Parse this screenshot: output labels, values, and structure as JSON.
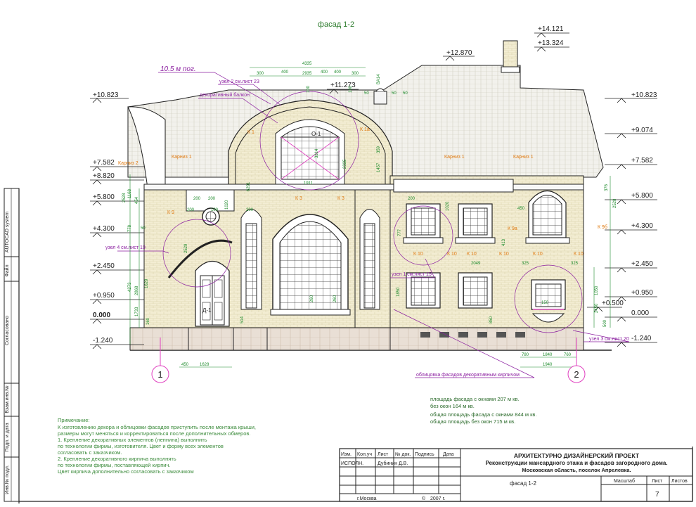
{
  "title": "фасад 1-2",
  "levels": {
    "left": [
      "+10.823",
      "+7.582",
      "+8.820",
      "+5.800",
      "+4.300",
      "+2.450",
      "+0.950",
      "0.000",
      "-1.240"
    ],
    "right": [
      "+10.823",
      "+9.074",
      "+7.582",
      "+5.800",
      "+4.300",
      "+2.450",
      "+0.950",
      "+0.500",
      "0.000",
      "-1.240"
    ],
    "top": [
      "+14.121",
      "+13.324",
      "+12.870",
      "+11.273"
    ]
  },
  "callouts": {
    "length": "10.5 м пог.",
    "node2": "узел 2 см.лист 23",
    "balcony": "декоративный балкон",
    "node4": "узел 4 см.лист 19",
    "node1": "узел 1 см.лист 15",
    "node3": "узел 3 см.лист 20",
    "cladding": "облицовка фасадов декоративным кирпичом"
  },
  "tags": {
    "cornice1a": "Карниз 1",
    "cornice1b": "Карниз 1",
    "cornice1c": "Карниз 1",
    "cornice2": "Карниз 2",
    "k1": "К 1",
    "k1a": "К 1а",
    "k3a": "К 3",
    "k3b": "К 3",
    "k9": "К 9",
    "k9a": "К 9а",
    "k9b": "К 9б",
    "k10": [
      "К 10",
      "К 10",
      "К 10",
      "К 10",
      "К 10",
      "К 10"
    ],
    "window": "О-1",
    "door": "Д-1"
  },
  "axes": [
    "1",
    "2"
  ],
  "dims": {
    "top": [
      "4335",
      "2935",
      "400",
      "400",
      "300",
      "400",
      "300",
      "50",
      "50",
      "50",
      "ВА14",
      "100",
      "100"
    ],
    "misc": [
      "1911",
      "3314",
      "2335",
      "359",
      "1457",
      "6291",
      "2528",
      "1168",
      "454",
      "778",
      "50",
      "200",
      "200",
      "200",
      "100",
      "200",
      "1020",
      "2529",
      "1629",
      "260",
      "260",
      "514",
      "4273",
      "2868",
      "1733",
      "777",
      "2049",
      "1020",
      "413",
      "325",
      "325",
      "150",
      "780",
      "1840",
      "760",
      "1940",
      "850",
      "1050",
      "2450",
      "500",
      "376",
      "2528",
      "450",
      "1628",
      "450",
      "1850",
      "200",
      "160"
    ]
  },
  "area": {
    "l1": "площадь фасада с окнами 207 м кв.",
    "l2": "без окон 164 м кв.",
    "l3": "общая площадь фасада с окнами 844 м кв.",
    "l4": "общая площадь без окон 715 м кв."
  },
  "notes": {
    "heading": "Примечание:",
    "lines": [
      "К изготовлению декора и облицовки фасадов приступить после монтажа крыши,",
      "размеры могут меняться и корректироваться после дополнительных обмеров.",
      "1. Крепление декоративных элементов (лепнина) выполнить",
      "по технологии фирмы, изготовителя. Цвет и форму всех элементов",
      "согласовать с заказчиком.",
      "2. Крепление декоративного кирпича выполнять",
      "по технологии фирмы, поставляющей кирпич.",
      "Цвет кирпича дополнительно согласовать с заказчиком"
    ]
  },
  "side_stamp": [
    "AUTOCAD system",
    "Файл",
    "Согласовано",
    "Взам.инв.№",
    "Подп. и дата",
    "Инв.№ подл."
  ],
  "title_block": {
    "headers": [
      "Изм.",
      "Кол.уч",
      "Лист",
      "№ док.",
      "Подпись",
      "Дата"
    ],
    "role": "ИСПОЛН.",
    "author": "Дубинин Д.В.",
    "project1": "АРХИТЕКТУРНО ДИЗАЙНЕРСКИЙ ПРОЕКТ",
    "project2": "Реконструкции мансардного этажа и фасадов загородного дома.",
    "project3": "Московская область, поселок Апрелевка.",
    "sheet_name": "фасад 1-2",
    "scale_label": "Масштаб",
    "sheet_label": "Лист",
    "sheets_label": "Листов",
    "sheet_no": "7",
    "city": "г.Москва",
    "copyright": "©",
    "year": "2007 г."
  },
  "colors": {
    "ink": "#222222",
    "brick": "#f3edd3",
    "plinth": "#e9dfd5",
    "roof": "#f2f1ec",
    "callout": "#8b1fa0",
    "tag": "#e07a10",
    "dim": "#1c8a2a",
    "note": "#3a8a3a",
    "magenta": "#e040c0"
  }
}
